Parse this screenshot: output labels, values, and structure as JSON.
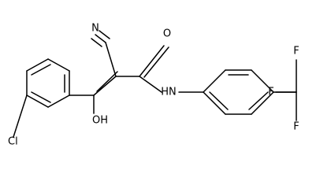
{
  "structure": {
    "atom_labels": {
      "nitrogen_nitrile": "N",
      "oxygen_carbonyl": "O",
      "nitrogen_amide": "HN",
      "oxygen_hydroxyl": "OH",
      "chlorine": "Cl",
      "fluorine_top": "F",
      "fluorine_left": "F",
      "fluorine_bottom": "F"
    }
  }
}
